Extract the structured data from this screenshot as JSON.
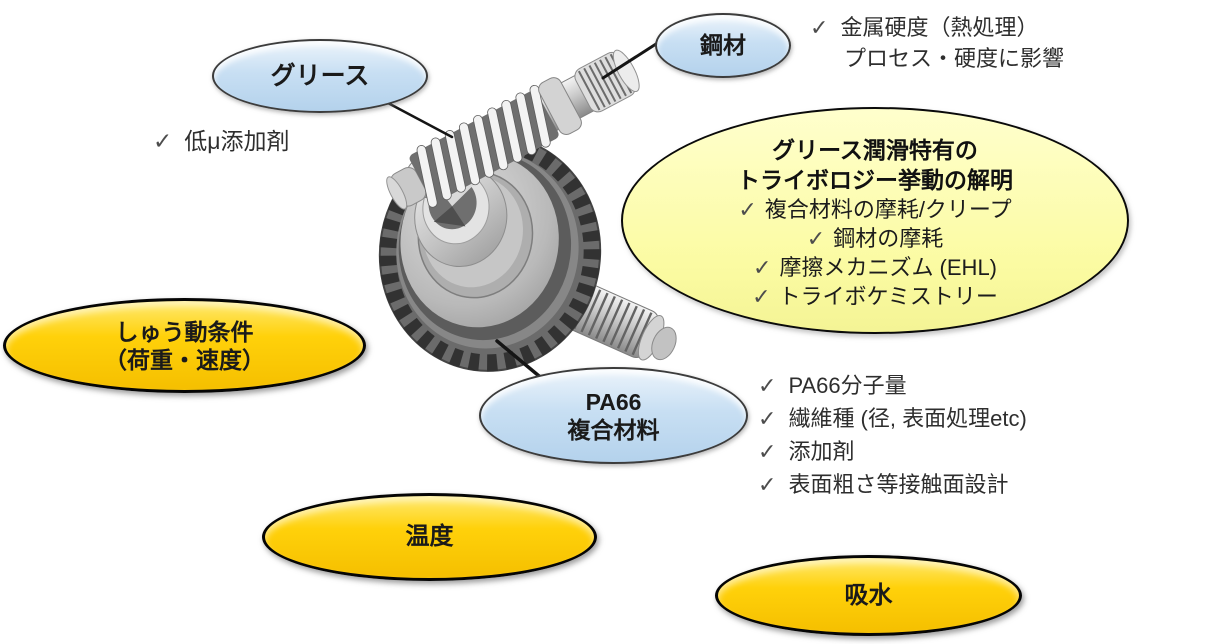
{
  "glyphs": {
    "check": "✓"
  },
  "colors": {
    "node_blue": "#c8dff3",
    "node_gold": "#ffd10a",
    "central_yellow": "#fbfba2",
    "outline": "#000000",
    "leader_line": "#151515",
    "text": "#1a1a1a"
  },
  "nodes": {
    "grease": {
      "label": "グリース"
    },
    "steel": {
      "label": "鋼材"
    },
    "sliding": {
      "line1": "しゅう動条件",
      "line2": "（荷重・速度）"
    },
    "pa66": {
      "line1": "PA66",
      "line2": "複合材料"
    },
    "temperature": {
      "label": "温度"
    },
    "water": {
      "label": "吸水"
    }
  },
  "annotations": {
    "grease_note": {
      "text": "低μ添加剤"
    },
    "steel_note": {
      "line1": "金属硬度（熱処理）",
      "line2": "プロセス・硬度に影響"
    },
    "pa66_note": {
      "items": [
        "PA66分子量",
        "繊維種 (径, 表面処理etc)",
        "添加剤",
        "表面粗さ等接触面設計"
      ]
    }
  },
  "central": {
    "title1": "グリース潤滑特有の",
    "title2": "トライボロジー挙動の解明",
    "items": [
      "複合材料の摩耗/クリープ",
      "鋼材の摩耗",
      "摩擦メカニズム (EHL)",
      "トライボケミストリー"
    ]
  },
  "illustration": {
    "name": "worm-gear-3d-render"
  }
}
